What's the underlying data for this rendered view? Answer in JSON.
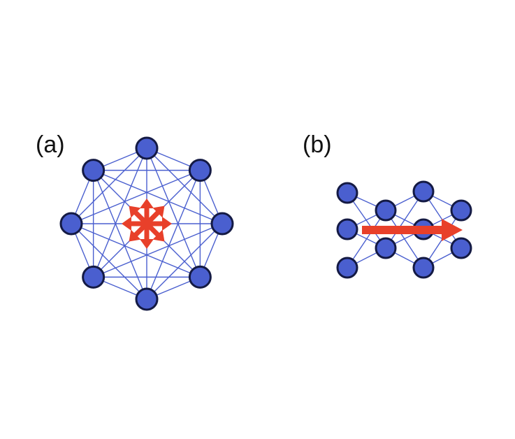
{
  "panels": [
    {
      "label": "(a)",
      "kind": "fully-connected"
    },
    {
      "label": "(b)",
      "kind": "feed-forward"
    }
  ],
  "layers_b": [
    3,
    2,
    3,
    2
  ],
  "nodes_a": 8,
  "colors": {
    "node_fill": "#4a5fcf",
    "node_stroke": "#141a44",
    "edge": "#4a5fcf",
    "arrow": "#e8402a"
  }
}
